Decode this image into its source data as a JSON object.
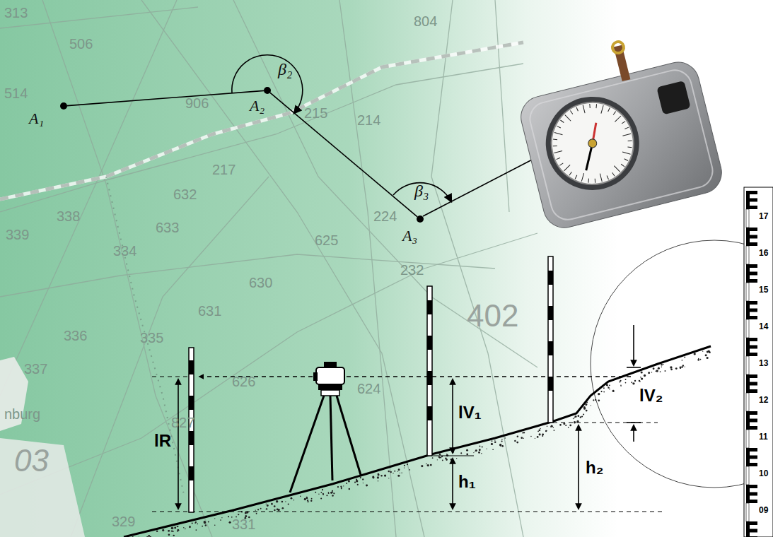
{
  "diagram": {
    "nodes": [
      {
        "text": [
          "A₁"
        ]
      },
      {
        "text": [
          "A₂"
        ]
      },
      {
        "text": [
          "A₃"
        ]
      }
    ],
    "edges": [
      {
        "from": 0,
        "to": 1,
        "arrow": "none"
      },
      {
        "from": 1,
        "to": 2,
        "arrow": "none"
      }
    ],
    "labels": [
      "β₂",
      "β₃",
      "lR",
      "lV₁",
      "lV₂",
      "h₁",
      "h₂",
      "17",
      "16",
      "15",
      "14",
      "13",
      "12",
      "11",
      "10",
      "09",
      "313",
      "506",
      "804",
      "514",
      "906",
      "215",
      "214",
      "217",
      "632",
      "338",
      "633",
      "334",
      "339",
      "625",
      "224",
      "630",
      "631",
      "336",
      "335",
      "337",
      "626",
      "827",
      "624",
      "402",
      "03",
      "nburg",
      "329",
      "331",
      "232"
    ]
  }
}
